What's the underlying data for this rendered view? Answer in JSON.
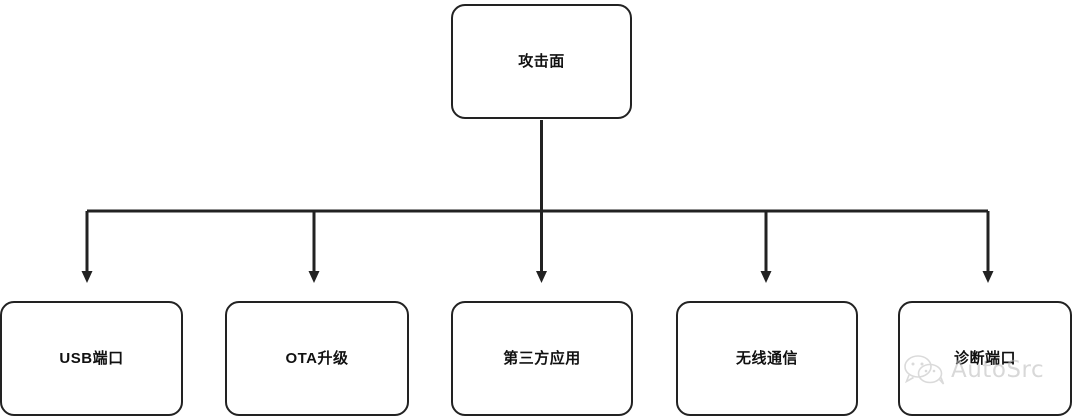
{
  "diagram": {
    "type": "tree",
    "orientation": "top-down",
    "root": {
      "id": "attack-surface",
      "label": "攻击面"
    },
    "children": [
      {
        "id": "usb-port",
        "label": "USB端口"
      },
      {
        "id": "ota-upgrade",
        "label": "OTA升级"
      },
      {
        "id": "third-party-app",
        "label": "第三方应用"
      },
      {
        "id": "wireless-comm",
        "label": "无线通信"
      },
      {
        "id": "diagnostic-port",
        "label": "诊断端口"
      }
    ],
    "style": {
      "stroke": "#222222",
      "fill": "#ffffff",
      "text": "#111111"
    }
  },
  "watermark": {
    "text": "AutoSrc",
    "icon": "wechat-bubbles-icon",
    "color": "#b9b9b9"
  }
}
